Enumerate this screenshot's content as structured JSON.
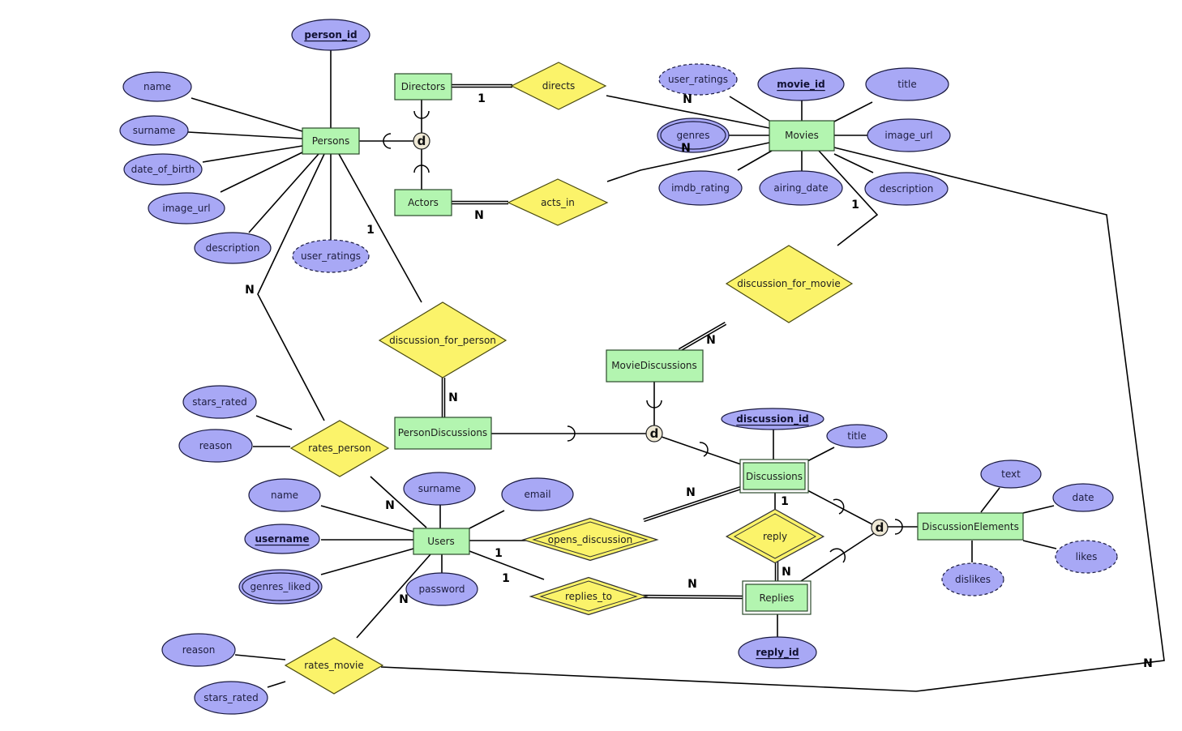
{
  "diagram": {
    "type": "ER diagram",
    "colors": {
      "entity_fill": "#b3f5b0",
      "relationship_fill": "#fbf36a",
      "attribute_fill": "#a8a8f5",
      "specialization_fill": "#efe9d6",
      "line": "#000000"
    },
    "entities": {
      "persons": {
        "label": "Persons",
        "weak": false
      },
      "directors": {
        "label": "Directors",
        "weak": false
      },
      "actors": {
        "label": "Actors",
        "weak": false
      },
      "movies": {
        "label": "Movies",
        "weak": false
      },
      "movie_discussions": {
        "label": "MovieDiscussions",
        "weak": false
      },
      "person_discussions": {
        "label": "PersonDiscussions",
        "weak": false
      },
      "discussions": {
        "label": "Discussions",
        "weak": true
      },
      "discussion_elements": {
        "label": "DiscussionElements",
        "weak": false
      },
      "users": {
        "label": "Users",
        "weak": false
      },
      "replies": {
        "label": "Replies",
        "weak": true
      }
    },
    "relationships": {
      "directs": {
        "label": "directs",
        "identifying": false
      },
      "acts_in": {
        "label": "acts_in",
        "identifying": false
      },
      "discussion_for_movie": {
        "label": "discussion_for_movie",
        "identifying": false
      },
      "discussion_for_person": {
        "label": "discussion_for_person",
        "identifying": false
      },
      "rates_person": {
        "label": "rates_person",
        "identifying": false
      },
      "opens_discussion": {
        "label": "opens_discussion",
        "identifying": true
      },
      "replies_to": {
        "label": "replies_to",
        "identifying": true
      },
      "reply": {
        "label": "reply",
        "identifying": true
      },
      "rates_movie": {
        "label": "rates_movie",
        "identifying": false
      }
    },
    "attributes": {
      "person_id": {
        "label": "person_id",
        "kind": "key"
      },
      "p_name": {
        "label": "name",
        "kind": "simple"
      },
      "p_surname": {
        "label": "surname",
        "kind": "simple"
      },
      "p_dob": {
        "label": "date_of_birth",
        "kind": "simple"
      },
      "p_image_url": {
        "label": "image_url",
        "kind": "simple"
      },
      "p_description": {
        "label": "description",
        "kind": "simple"
      },
      "p_user_ratings": {
        "label": "user_ratings",
        "kind": "derived"
      },
      "m_user_ratings": {
        "label": "user_ratings",
        "kind": "derived"
      },
      "movie_id": {
        "label": "movie_id",
        "kind": "key"
      },
      "m_title": {
        "label": "title",
        "kind": "simple"
      },
      "m_genres": {
        "label": "genres",
        "kind": "multivalued"
      },
      "m_image_url": {
        "label": "image_url",
        "kind": "simple"
      },
      "m_imdb_rating": {
        "label": "imdb_rating",
        "kind": "simple"
      },
      "m_airing_date": {
        "label": "airing_date",
        "kind": "simple"
      },
      "m_description": {
        "label": "description",
        "kind": "simple"
      },
      "rp_stars_rated": {
        "label": "stars_rated",
        "kind": "simple"
      },
      "rp_reason": {
        "label": "reason",
        "kind": "simple"
      },
      "discussion_id": {
        "label": "discussion_id",
        "kind": "key"
      },
      "d_title": {
        "label": "title",
        "kind": "simple"
      },
      "de_text": {
        "label": "text",
        "kind": "simple"
      },
      "de_date": {
        "label": "date",
        "kind": "simple"
      },
      "de_likes": {
        "label": "likes",
        "kind": "derived"
      },
      "de_dislikes": {
        "label": "dislikes",
        "kind": "derived"
      },
      "u_name": {
        "label": "name",
        "kind": "simple"
      },
      "u_surname": {
        "label": "surname",
        "kind": "simple"
      },
      "u_email": {
        "label": "email",
        "kind": "simple"
      },
      "username": {
        "label": "username",
        "kind": "key"
      },
      "u_genres_liked": {
        "label": "genres_liked",
        "kind": "multivalued"
      },
      "u_password": {
        "label": "password",
        "kind": "simple"
      },
      "reply_id": {
        "label": "reply_id",
        "kind": "key"
      },
      "rm_reason": {
        "label": "reason",
        "kind": "simple"
      },
      "rm_stars_rated": {
        "label": "stars_rated",
        "kind": "simple"
      }
    },
    "specializations": {
      "persons_spec": {
        "label": "d",
        "parent": "Persons",
        "children": [
          "Directors",
          "Actors"
        ]
      },
      "discussions_spec": {
        "label": "d",
        "parent": "Discussions",
        "children": [
          "MovieDiscussions",
          "PersonDiscussions"
        ]
      },
      "elements_spec": {
        "label": "d",
        "parent": "DiscussionElements",
        "children": [
          "Discussions",
          "Replies"
        ]
      }
    },
    "cardinalities": {
      "directors_directs": "1",
      "directs_movies": "N",
      "actors_acts_in": "N",
      "acts_in_movies": "N",
      "movies_discussion_for_movie": "1",
      "discussion_for_movie_moviediscussions": "N",
      "persons_discussion_for_person": "1",
      "discussion_for_person_persondiscussions": "N",
      "persons_rates_person": "N",
      "users_rates_person": "N",
      "users_opens_discussion": "1",
      "opens_discussion_discussions": "N",
      "users_replies_to": "1",
      "replies_to_replies": "N",
      "discussions_reply": "1",
      "reply_replies": "N",
      "users_rates_movie": "N",
      "rates_movie_movies": "N"
    }
  }
}
